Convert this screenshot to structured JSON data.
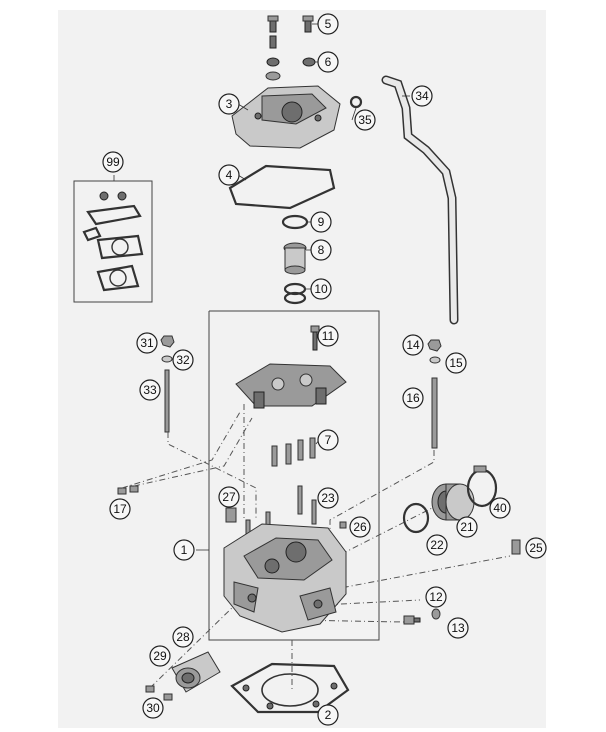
{
  "callouts": [
    {
      "id": "c1",
      "label": "1"
    },
    {
      "id": "c2",
      "label": "2"
    },
    {
      "id": "c3",
      "label": "3"
    },
    {
      "id": "c4",
      "label": "4"
    },
    {
      "id": "c5",
      "label": "5"
    },
    {
      "id": "c6",
      "label": "6"
    },
    {
      "id": "c7",
      "label": "7"
    },
    {
      "id": "c8",
      "label": "8"
    },
    {
      "id": "c9",
      "label": "9"
    },
    {
      "id": "c10",
      "label": "10"
    },
    {
      "id": "c11",
      "label": "11"
    },
    {
      "id": "c12",
      "label": "12"
    },
    {
      "id": "c13",
      "label": "13"
    },
    {
      "id": "c14",
      "label": "14"
    },
    {
      "id": "c15",
      "label": "15"
    },
    {
      "id": "c16",
      "label": "16"
    },
    {
      "id": "c17",
      "label": "17"
    },
    {
      "id": "c21",
      "label": "21"
    },
    {
      "id": "c22",
      "label": "22"
    },
    {
      "id": "c23",
      "label": "23"
    },
    {
      "id": "c25",
      "label": "25"
    },
    {
      "id": "c26",
      "label": "26"
    },
    {
      "id": "c27",
      "label": "27"
    },
    {
      "id": "c28",
      "label": "28"
    },
    {
      "id": "c29",
      "label": "29"
    },
    {
      "id": "c30",
      "label": "30"
    },
    {
      "id": "c31",
      "label": "31"
    },
    {
      "id": "c32",
      "label": "32"
    },
    {
      "id": "c33",
      "label": "33"
    },
    {
      "id": "c34",
      "label": "34"
    },
    {
      "id": "c35",
      "label": "35"
    },
    {
      "id": "c40",
      "label": "40"
    },
    {
      "id": "c99",
      "label": "99"
    }
  ]
}
